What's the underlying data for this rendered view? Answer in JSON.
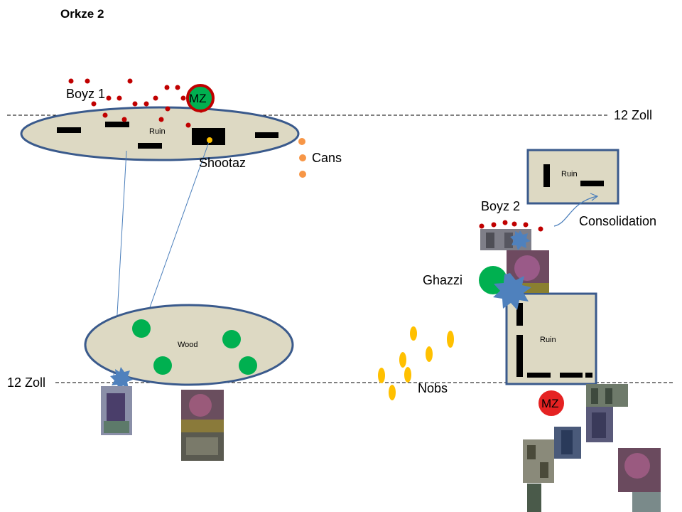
{
  "title": "Orkze 2",
  "lines": {
    "top_label": "12  Zoll",
    "bottom_label": "12 Zoll"
  },
  "terrain": {
    "top_ruin": "Ruin",
    "wood": "Wood",
    "right_top_ruin": "Ruin",
    "right_big_ruin": "Ruin"
  },
  "units": {
    "boyz1": "Boyz 1",
    "shootaz": "Shootaz",
    "cans": "Cans",
    "boyz2": "Boyz 2",
    "consolidation": "Consolidation",
    "ghazzi": "Ghazzi",
    "nobs": "Nobs",
    "mz_top": "MZ",
    "mz_bottom": "MZ"
  },
  "colors": {
    "terrain_fill": "#ddd9c3",
    "terrain_stroke": "#3a5a8c",
    "ork_red": "#c00000",
    "ork_green": "#00b050",
    "cans_orange": "#f79646",
    "nobs_yellow": "#ffc000",
    "blast_blue": "#4f81bd",
    "line_blue": "#4a7ebb"
  }
}
